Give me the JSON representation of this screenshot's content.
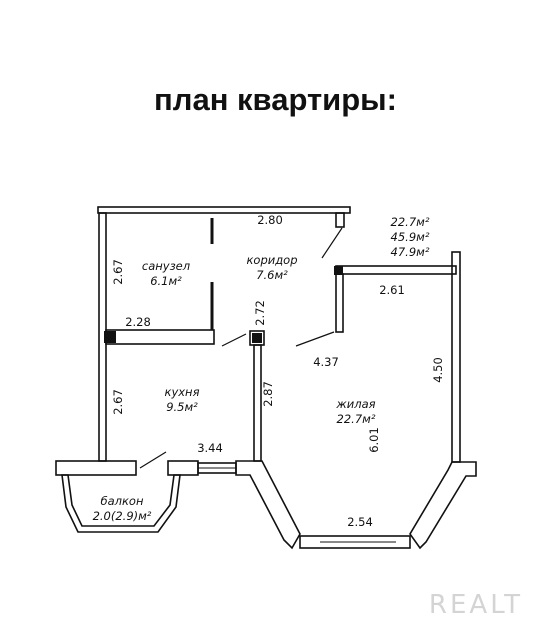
{
  "title": "план квартиры:",
  "areas": [
    "22.7м²",
    "45.9м²",
    "47.9м²"
  ],
  "rooms": {
    "bathroom": {
      "name": "санузел",
      "area": "6.1м²"
    },
    "corridor": {
      "name": "коридор",
      "area": "7.6м²"
    },
    "kitchen": {
      "name": "кухня",
      "area": "9.5м²"
    },
    "living": {
      "name": "жилая",
      "area": "22.7м²"
    },
    "balcony": {
      "name": "балкон",
      "area": "2.0(2.9)м²"
    }
  },
  "dimensions": {
    "top": "2.80",
    "corridor_vertical": "2.72",
    "bathroom_vertical": "2.67",
    "bathroom_horizontal": "2.28",
    "kitchen_vertical": "2.67",
    "kitchen_right": "2.87",
    "kitchen_bottom": "3.44",
    "living_top": "2.61",
    "living_right": "4.50",
    "living_diag": "4.37",
    "living_inner": "6.01",
    "bay_bottom": "2.54"
  },
  "watermark": "REALT"
}
